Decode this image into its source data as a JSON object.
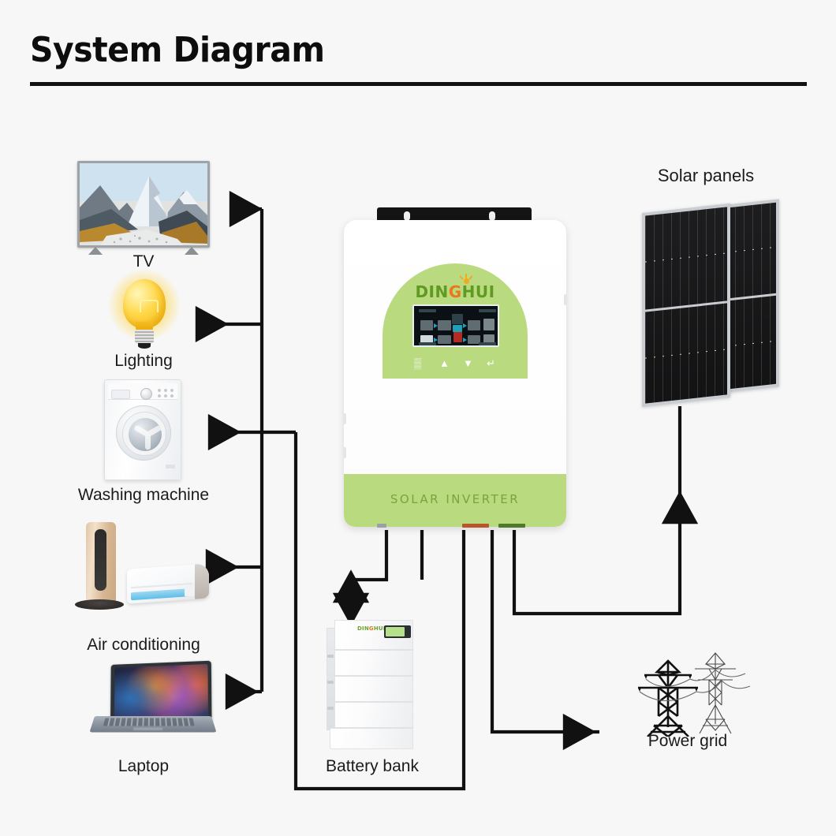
{
  "header": {
    "title": "System Diagram"
  },
  "nodes": {
    "tv": {
      "label": "TV",
      "icon": "tv-icon"
    },
    "lighting": {
      "label": "Lighting",
      "icon": "light-bulb-icon"
    },
    "washing_machine": {
      "label": "Washing machine",
      "icon": "washing-machine-icon"
    },
    "air_conditioning": {
      "label": "Air conditioning",
      "icon": "air-conditioner-icon"
    },
    "laptop": {
      "label": "Laptop",
      "icon": "laptop-icon"
    },
    "solar_panels": {
      "label": "Solar panels",
      "icon": "solar-panel-icon"
    },
    "battery_bank": {
      "label": "Battery bank",
      "icon": "battery-stack-icon"
    },
    "power_grid": {
      "label": "Power grid",
      "icon": "transmission-tower-icon"
    }
  },
  "inverter": {
    "brand_prefix": "DIN",
    "brand_accent": "G",
    "brand_suffix": "HUI",
    "band_label": "SOLAR INVERTER",
    "keys": [
      "▒",
      "▲",
      "▼",
      "↵"
    ],
    "key_names": [
      "menu-key",
      "up-key",
      "down-key",
      "enter-key"
    ]
  },
  "battery": {
    "brand_prefix": "DIN",
    "brand_accent": "G",
    "brand_suffix": "HUI"
  },
  "colors": {
    "background": "#f7f7f7",
    "inverter_green": "#b9da7e",
    "inverter_band_text": "#7aa43c",
    "brand_green": "#5f9a22",
    "brand_orange": "#e8791a",
    "wire": "#111111",
    "title": "#0d0d0d"
  },
  "flows": [
    {
      "from": "solar_panels",
      "to": "inverter",
      "direction": "down"
    },
    {
      "from": "inverter",
      "to": "battery_bank",
      "direction": "bidirectional"
    },
    {
      "from": "power_grid",
      "to": "inverter",
      "direction": "in"
    },
    {
      "from": "inverter",
      "to": "tv",
      "direction": "out"
    },
    {
      "from": "inverter",
      "to": "lighting",
      "direction": "out"
    },
    {
      "from": "inverter",
      "to": "washing_machine",
      "direction": "out"
    },
    {
      "from": "inverter",
      "to": "air_conditioning",
      "direction": "out"
    },
    {
      "from": "inverter",
      "to": "laptop",
      "direction": "out"
    }
  ]
}
